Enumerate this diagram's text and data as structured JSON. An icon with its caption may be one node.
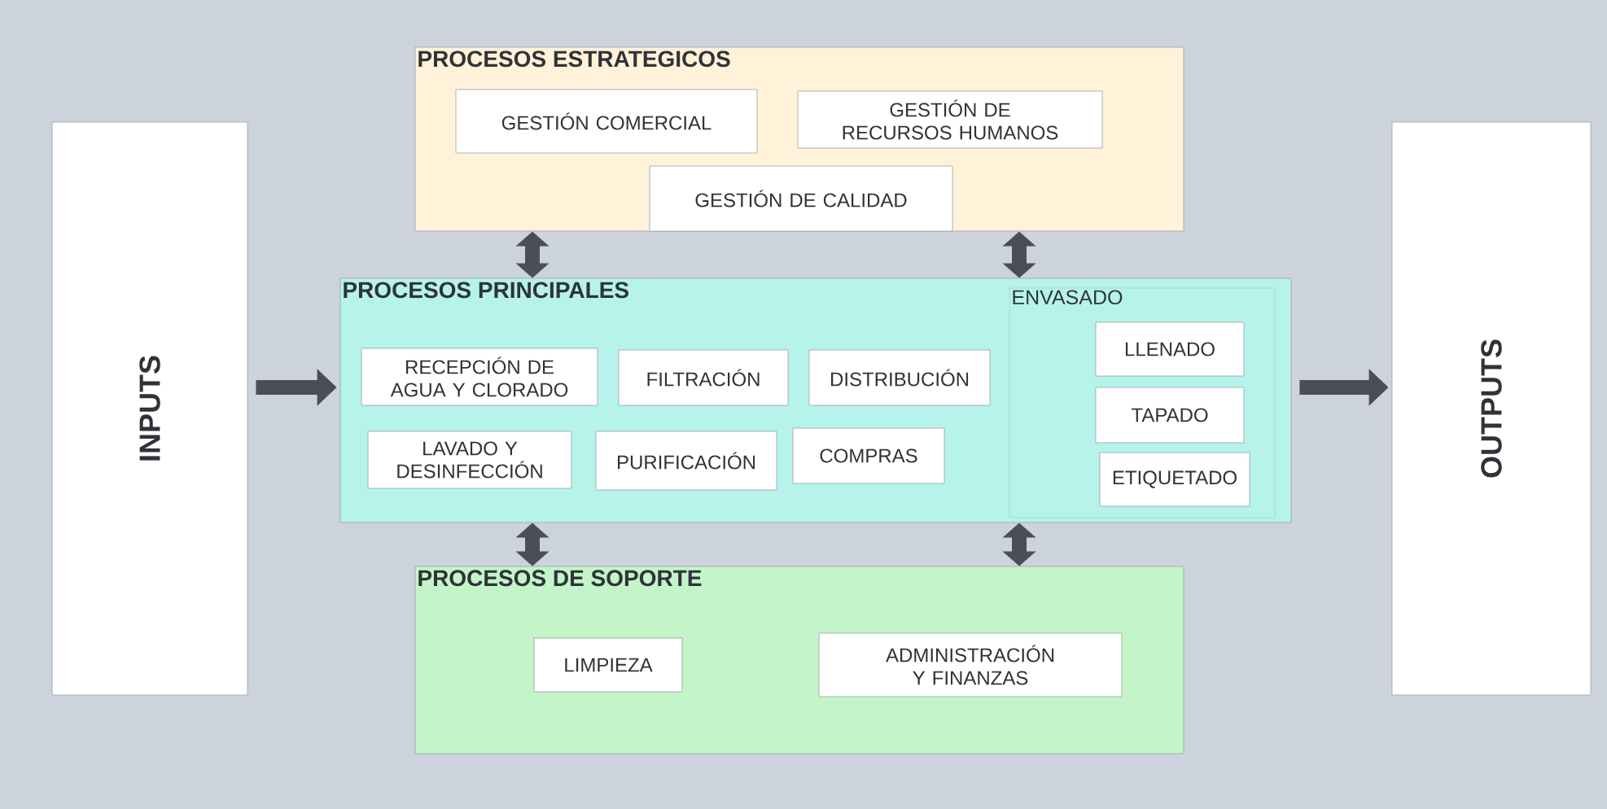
{
  "diagram": {
    "nodes": [
      {
        "text": [
          "INPUTS"
        ]
      },
      {
        "text": [
          "OUTPUTS"
        ]
      },
      {
        "text": [
          "PROCESOS ESTRATEGICOS"
        ]
      },
      {
        "text": [
          "GESTIÓN COMERCIAL"
        ],
        "in": 2
      },
      {
        "text": [
          "GESTIÓN DE RECURSOS HUMANOS"
        ],
        "in": 2
      },
      {
        "text": [
          "GESTIÓN DE CALIDAD"
        ],
        "in": 2
      },
      {
        "text": [
          "PROCESOS PRINCIPALES"
        ]
      },
      {
        "text": [
          "RECEPCIÓN DE AGUA Y CLORADO"
        ],
        "in": 6
      },
      {
        "text": [
          "FILTRACIÓN"
        ],
        "in": 6
      },
      {
        "text": [
          "DISTRIBUCIÓN"
        ],
        "in": 6
      },
      {
        "text": [
          "LAVADO Y DESINFECCIÓN"
        ],
        "in": 6
      },
      {
        "text": [
          "PURIFICACIÓN"
        ],
        "in": 6
      },
      {
        "text": [
          "COMPRAS"
        ],
        "in": 6
      },
      {
        "text": [
          "ENVASADO"
        ],
        "in": 6
      },
      {
        "text": [
          "LLENADO"
        ],
        "in": 13
      },
      {
        "text": [
          "TAPADO"
        ],
        "in": 13
      },
      {
        "text": [
          "ETIQUETADO"
        ],
        "in": 13
      },
      {
        "text": [
          "PROCESOS DE SOPORTE"
        ]
      },
      {
        "text": [
          "LIMPIEZA"
        ],
        "in": 17
      },
      {
        "text": [
          "ADMINISTRACIÓN Y FINANZAS"
        ],
        "in": 17
      }
    ],
    "edges": [
      {
        "from": 0,
        "to": 6,
        "arrow": "to"
      },
      {
        "from": 6,
        "to": 1,
        "arrow": "to"
      },
      {
        "from": 2,
        "to": 6,
        "arrow": "both"
      },
      {
        "from": 2,
        "to": 6,
        "arrow": "both"
      },
      {
        "from": 6,
        "to": 17,
        "arrow": "both"
      },
      {
        "from": 6,
        "to": 17,
        "arrow": "both"
      }
    ]
  }
}
